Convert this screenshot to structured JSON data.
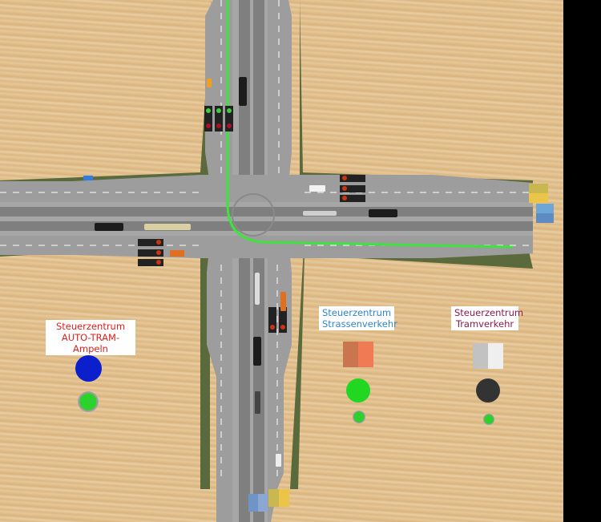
{
  "panels": {
    "auto_tram": {
      "title": "Steuerzentrum\nAUTO-TRAM-Ampeln",
      "color": "#e0201c"
    },
    "strasse": {
      "title": "Steuerzentrum\nStrassenverkehr",
      "color": "#2f86c8"
    },
    "tram": {
      "title": "Steuerzentrum\nTramverkehr",
      "color": "#8b1a4a"
    }
  },
  "colors": {
    "road": "#9d9d9d",
    "verge": "#4e5a34",
    "rail": "#b8b8b8",
    "tram_path": "#3fe33f",
    "indicator_blue": "#0b1fcc",
    "indicator_green": "#22d722",
    "indicator_dark": "#333333",
    "street_swatch": [
      "#c9754f",
      "#ef7a53"
    ],
    "tram_swatch": [
      "#c2c2c2",
      "#efefef"
    ]
  }
}
